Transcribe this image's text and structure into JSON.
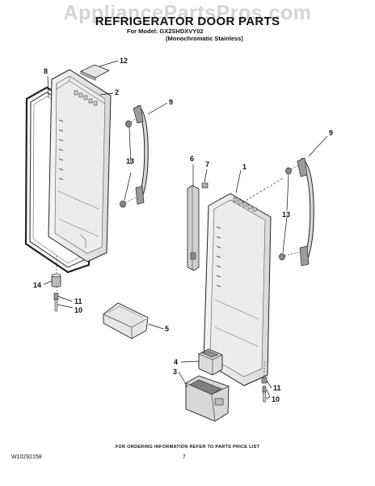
{
  "watermark": "AppliancePartsPros.com",
  "title": "REFRIGERATOR DOOR PARTS",
  "model_line": "For Model: GX2SHDXVY02",
  "variant_line": "(Monochromatic Stainless)",
  "footer_note": "FOR ORDERING INFORMATION REFER TO PARTS PRICE LIST",
  "document_id": "W10292158",
  "page_number": "7",
  "callouts": {
    "c12": "12",
    "c8": "8",
    "c2": "2",
    "c9_left": "9",
    "c13_left": "13",
    "c6": "6",
    "c7": "7",
    "c1": "1",
    "c9_right": "9",
    "c13_right": "13",
    "c14": "14",
    "c11_left": "11",
    "c10_left": "10",
    "c5": "5",
    "c4": "4",
    "c3": "3",
    "c11_right": "11",
    "c10_right": "10"
  }
}
